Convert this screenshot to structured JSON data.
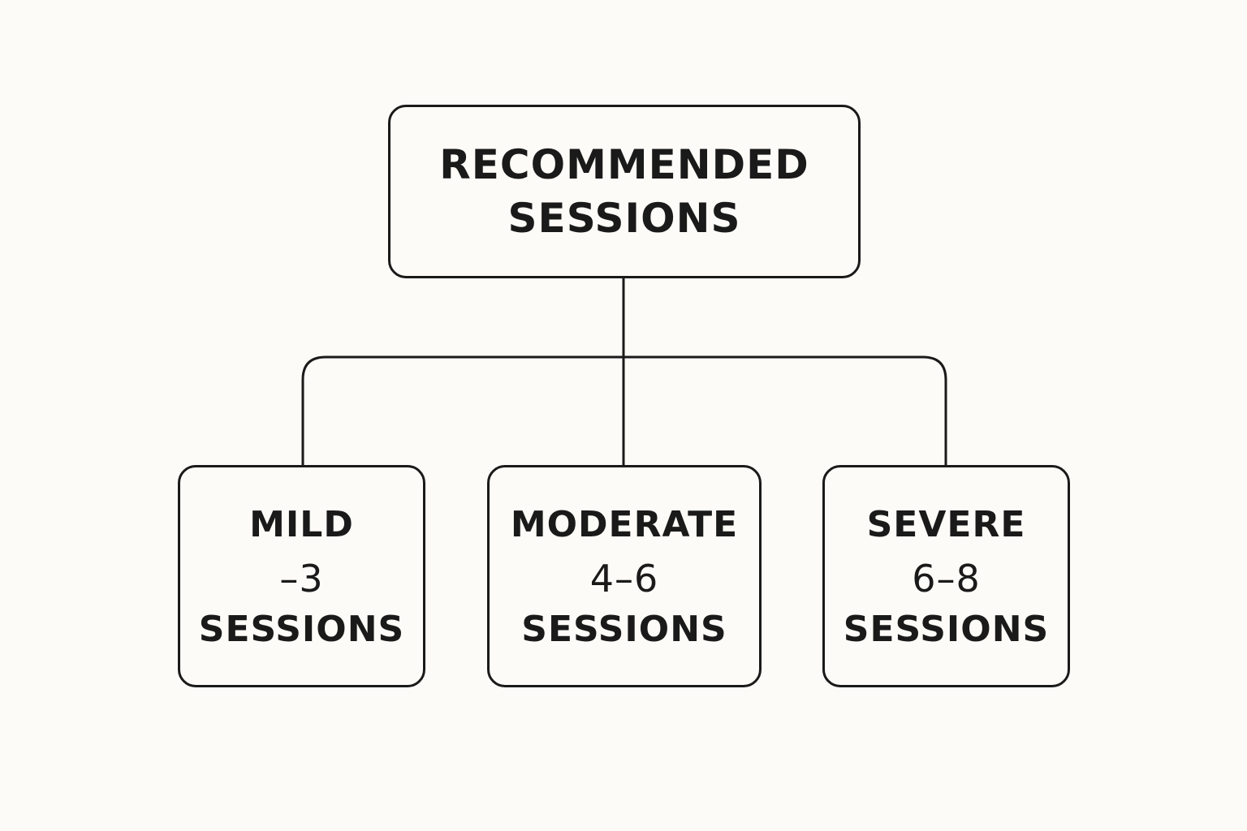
{
  "diagram": {
    "root": {
      "line1": "RECOMMENDED",
      "line2": "SESSIONS"
    },
    "children": [
      {
        "level": "MILD",
        "count": "–3",
        "unit": "SESSIONS"
      },
      {
        "level": "MODERATE",
        "count": "4–6",
        "unit": "SESSIONS"
      },
      {
        "level": "SEVERE",
        "count": "6–8",
        "unit": "SESSIONS"
      }
    ],
    "colors": {
      "background": "#fcfbf7",
      "stroke": "#1a1a1a"
    }
  }
}
